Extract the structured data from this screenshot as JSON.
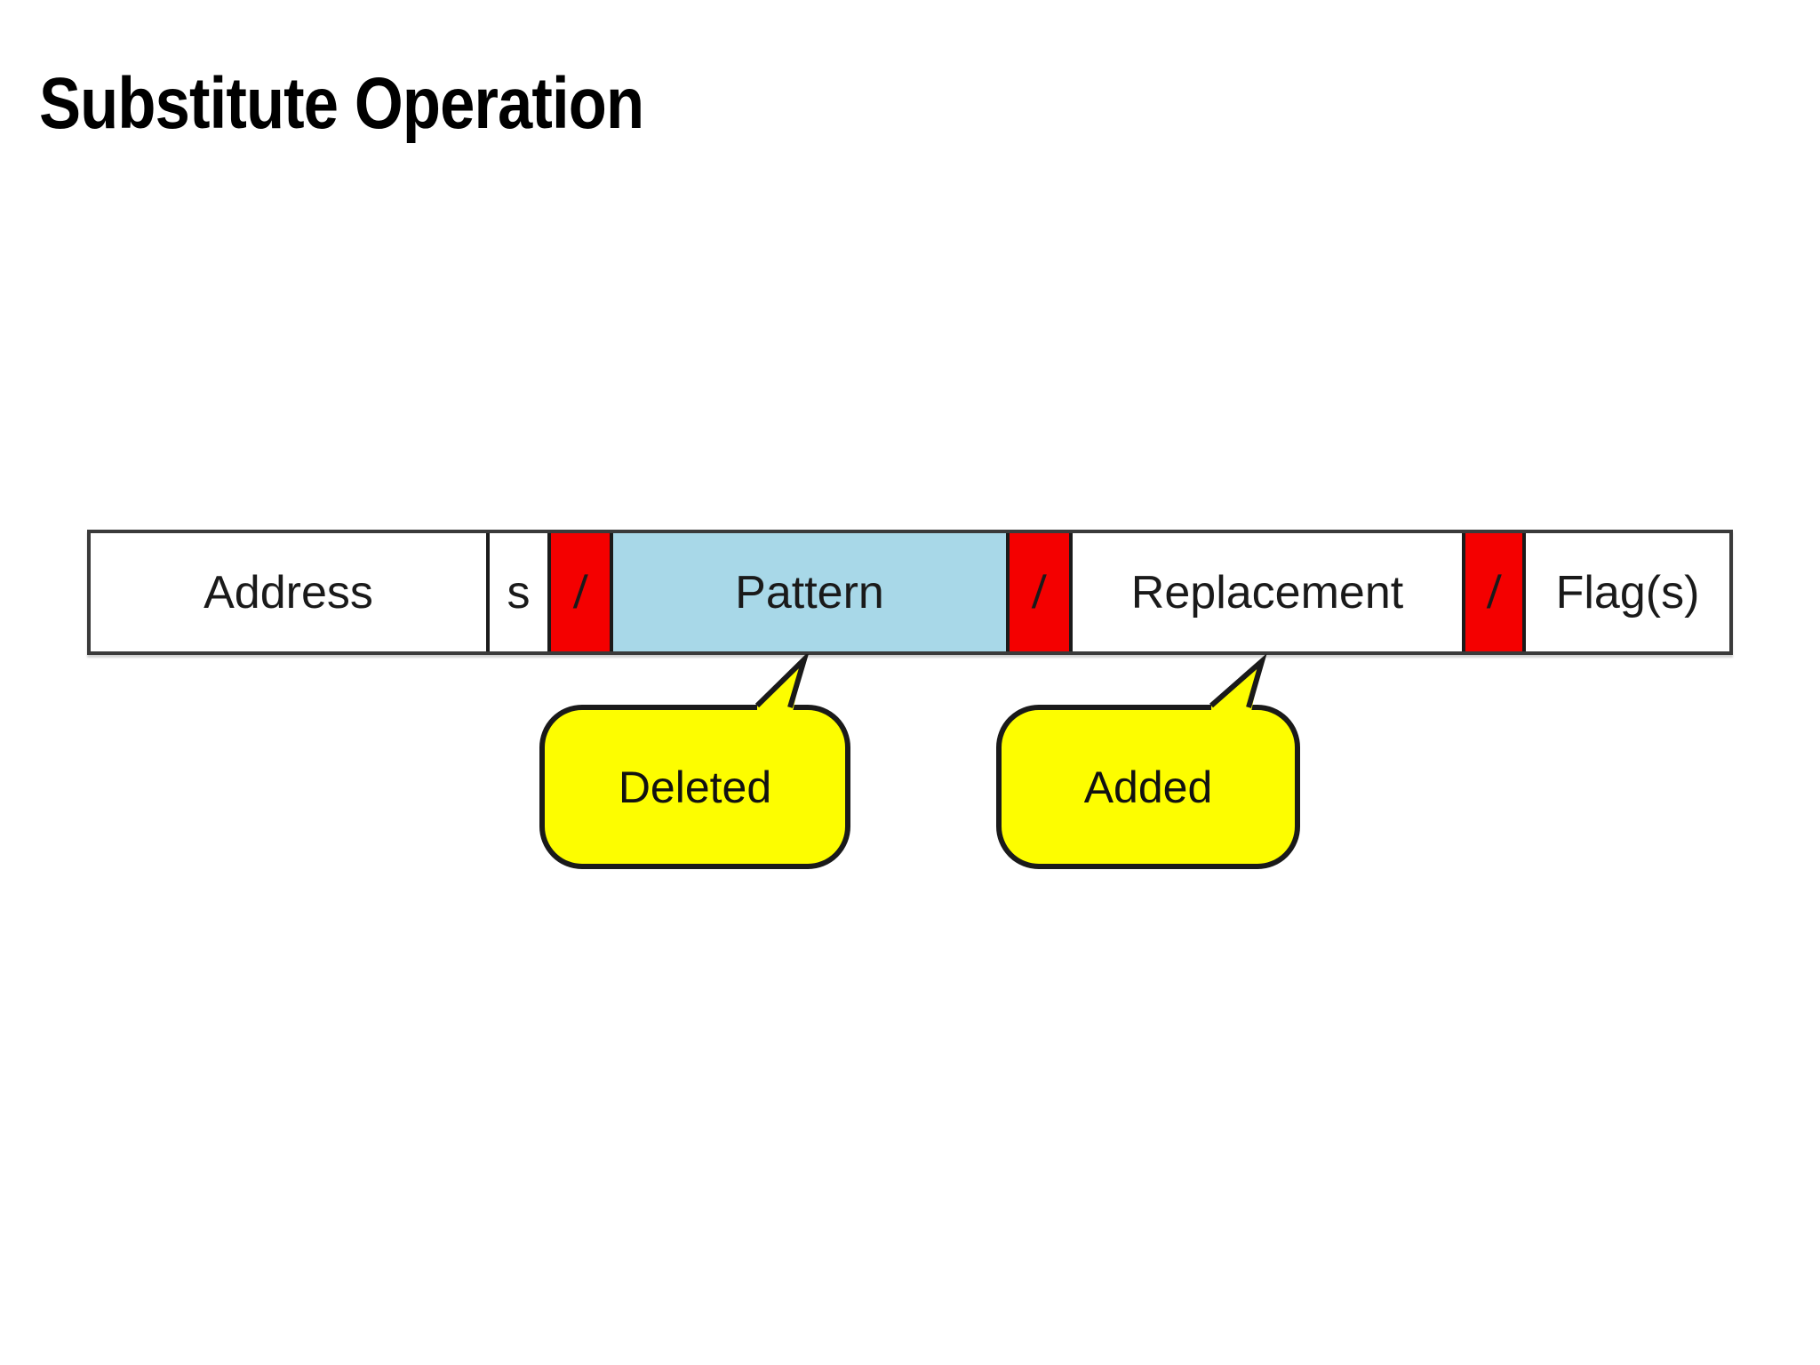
{
  "title": "Substitute Operation",
  "bar": {
    "cells": [
      {
        "label": "Address",
        "type": "field"
      },
      {
        "label": "s",
        "type": "command"
      },
      {
        "label": "/",
        "type": "delimiter"
      },
      {
        "label": "Pattern",
        "type": "pattern"
      },
      {
        "label": "/",
        "type": "delimiter"
      },
      {
        "label": "Replacement",
        "type": "field"
      },
      {
        "label": "/",
        "type": "delimiter"
      },
      {
        "label": "Flag(s)",
        "type": "field"
      }
    ]
  },
  "callouts": {
    "deleted": {
      "label": "Deleted",
      "points_to": "Pattern"
    },
    "added": {
      "label": "Added",
      "points_to": "Replacement"
    }
  },
  "colors": {
    "delimiter_red": "#f40000",
    "pattern_blue": "#a8d8e8",
    "callout_yellow": "#fdfd00",
    "outline": "#1a1a1a"
  }
}
